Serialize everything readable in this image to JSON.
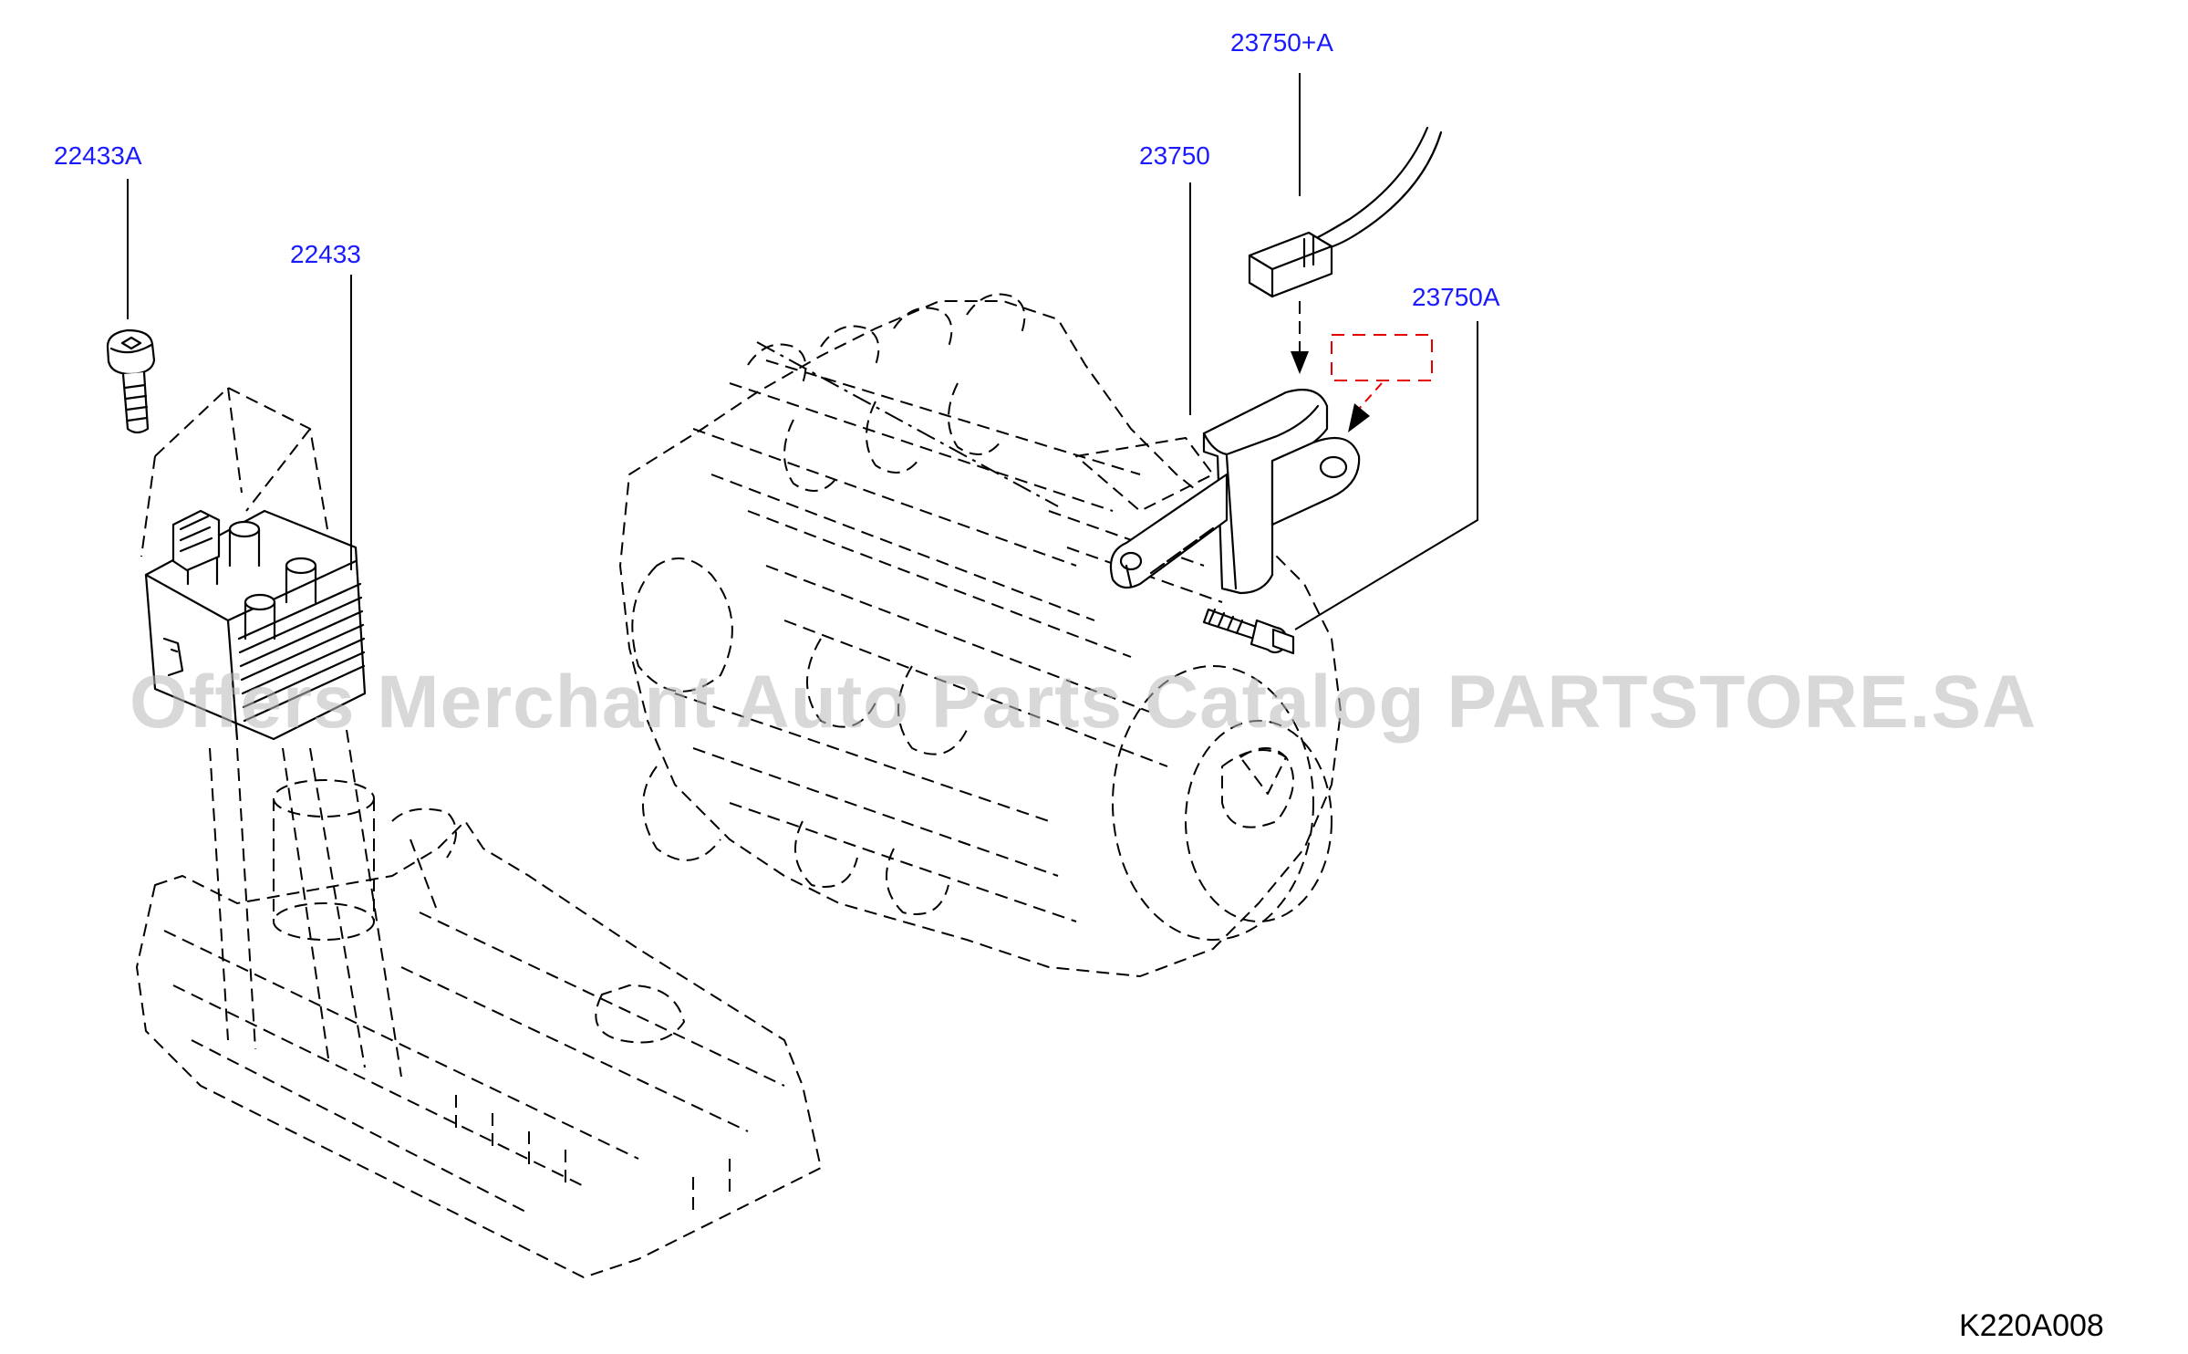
{
  "diagram": {
    "callouts": [
      {
        "id": "22433A",
        "label": "22433A"
      },
      {
        "id": "22433",
        "label": "22433"
      },
      {
        "id": "23750",
        "label": "23750"
      },
      {
        "id": "23750+A",
        "label": "23750+A"
      },
      {
        "id": "23750A",
        "label": "23750A"
      }
    ],
    "figure_code": "K220A008",
    "watermark": "Offers Merchant Auto Parts Catalog PARTSTORE.SA",
    "colors": {
      "callout_text": "#1a1aff",
      "highlight_box": "#e60000",
      "line_art": "#000000",
      "watermark": "#b8b8b8"
    }
  }
}
